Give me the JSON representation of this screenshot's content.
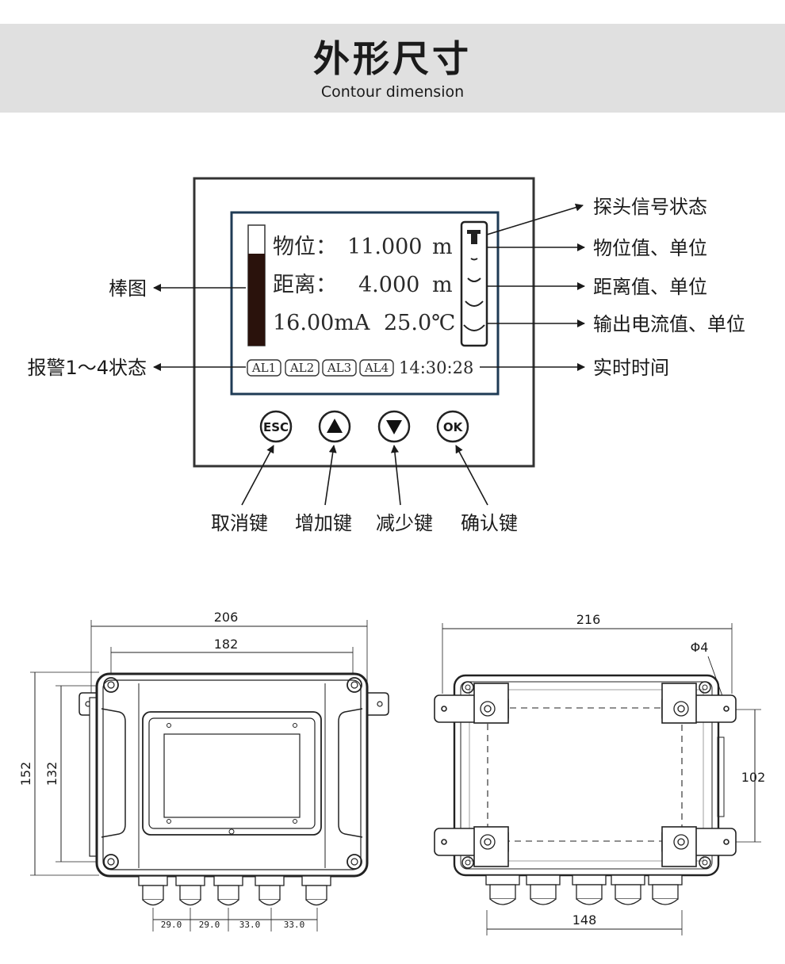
{
  "header": {
    "title": "外形尺寸",
    "subtitle": "Contour dimension"
  },
  "display": {
    "line1_label": "物位：",
    "line1_value": "11.000",
    "line1_unit": "m",
    "line2_label": "距离：",
    "line2_value": "4.000",
    "line2_unit": "m",
    "line3_current": "16.00mA",
    "line3_temp": "25.0℃",
    "alarms": [
      "AL1",
      "AL2",
      "AL3",
      "AL4"
    ],
    "time": "14:30:28",
    "bar_fill_fraction": 0.76
  },
  "buttons": {
    "esc": "ESC",
    "ok": "OK"
  },
  "callouts": {
    "probe_status": "探头信号状态",
    "level_value": "物位值、单位",
    "distance_value": "距离值、单位",
    "current_value": "输出电流值、单位",
    "realtime": "实时时间",
    "bar_graph": "棒图",
    "alarm_status": "报警1～4状态",
    "cancel_key": "取消键",
    "increase_key": "增加键",
    "decrease_key": "减少键",
    "confirm_key": "确认键"
  },
  "dimensions": {
    "front": {
      "width_outer": "206",
      "width_inner": "182",
      "height_outer": "152",
      "height_inner": "132",
      "gland_spacing": [
        "29.0",
        "29.0",
        "33.0",
        "33.0"
      ]
    },
    "back": {
      "width_outer": "216",
      "hole": "Φ4",
      "height": "102",
      "width_bottom": "148"
    }
  }
}
